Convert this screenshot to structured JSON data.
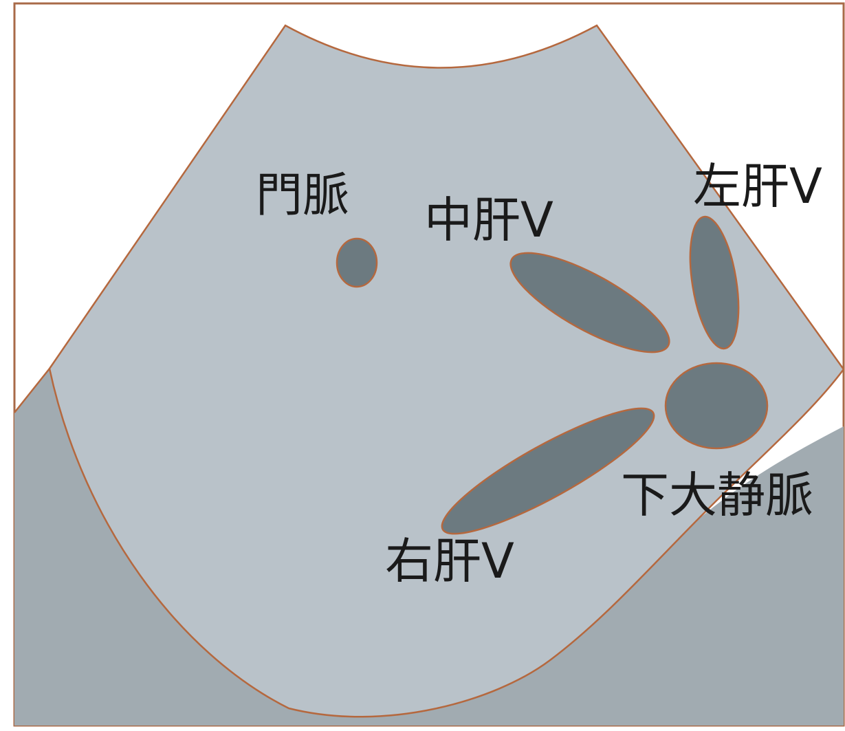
{
  "diagram": {
    "colors": {
      "background": "#ffffff",
      "frame": "#a86a48",
      "outline": "#b5683e",
      "sector": "#b9c2c9",
      "lower_tissue": "#a1abb1",
      "vessel": "#6c7a80",
      "label": "#1a1a1a"
    },
    "labels": {
      "portal_vein": "門脈",
      "middle_hepatic_vein": "中肝V",
      "left_hepatic_vein": "左肝V",
      "inferior_vena_cava": "下大静脈",
      "right_hepatic_vein": "右肝V"
    }
  }
}
